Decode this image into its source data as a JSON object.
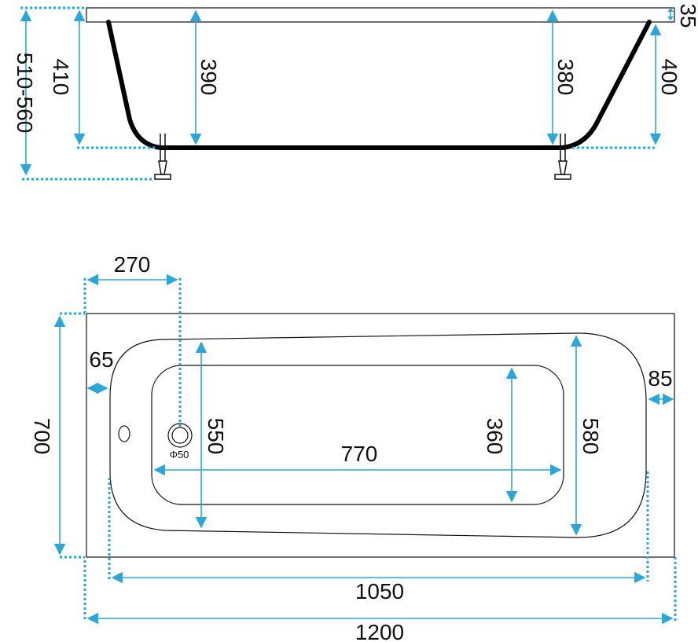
{
  "diagram": {
    "colors": {
      "dimension": "#2aa7d8",
      "outline": "#111111"
    },
    "side_view": {
      "rim_height": "35",
      "height_left_inner": "410",
      "height_left_total": "510-560",
      "depth_left": "390",
      "depth_right": "380",
      "height_right": "400"
    },
    "top_view": {
      "drain_offset": "270",
      "rim_left": "65",
      "rim_right": "85",
      "overall_width": "700",
      "basin_width_left": "550",
      "bottom_length": "770",
      "bottom_width": "360",
      "basin_width_right": "580",
      "drain_diameter": "Φ50",
      "inner_length": "1050",
      "overall_length": "1200"
    }
  }
}
